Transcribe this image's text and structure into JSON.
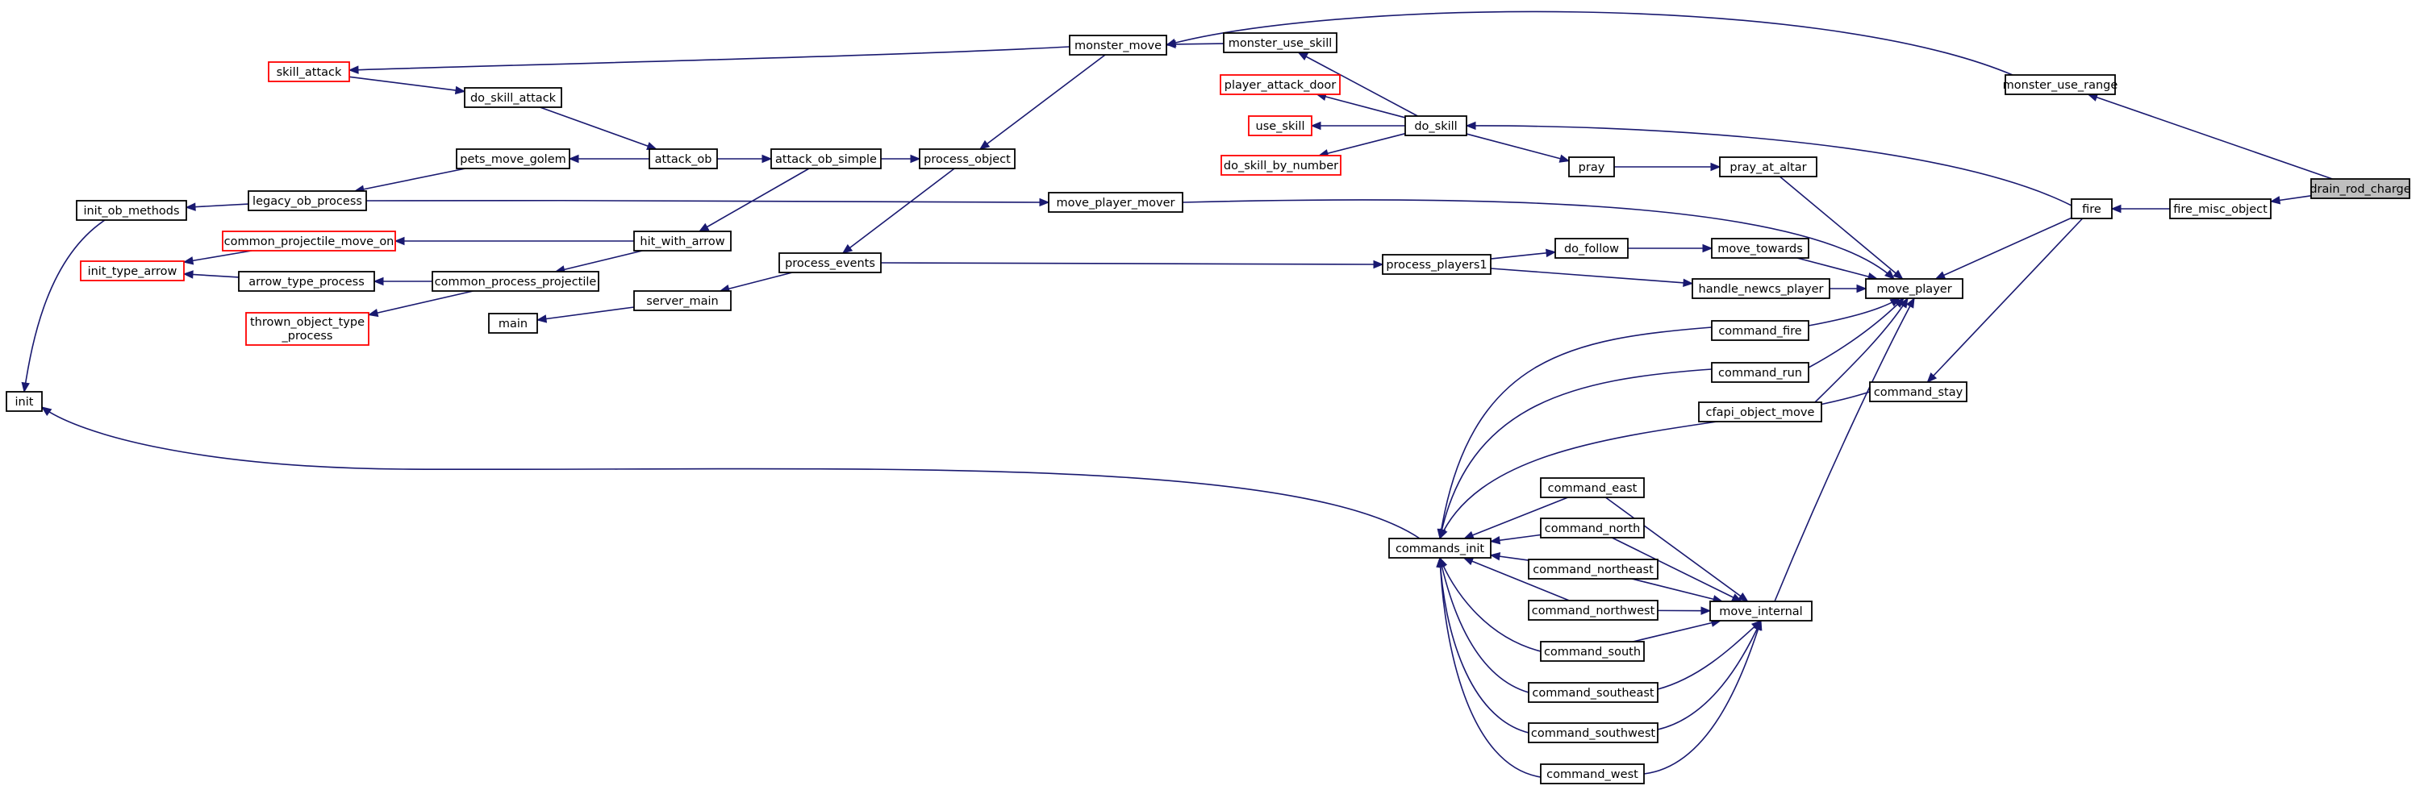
{
  "nodes": [
    {
      "id": "drain_rod_charge",
      "label": "drain_rod_charge",
      "style": "root"
    },
    {
      "id": "fire_misc_object",
      "label": "fire_misc_object"
    },
    {
      "id": "monster_use_range",
      "label": "monster_use_range"
    },
    {
      "id": "fire",
      "label": "fire"
    },
    {
      "id": "command_stay",
      "label": "command_stay"
    },
    {
      "id": "move_player",
      "label": "move_player"
    },
    {
      "id": "monster_move",
      "label": "monster_move"
    },
    {
      "id": "monster_use_skill",
      "label": "monster_use_skill"
    },
    {
      "id": "do_skill",
      "label": "do_skill"
    },
    {
      "id": "player_attack_door",
      "label": "player_attack_door",
      "style": "truncated"
    },
    {
      "id": "use_skill",
      "label": "use_skill",
      "style": "truncated"
    },
    {
      "id": "do_skill_by_number",
      "label": "do_skill_by_number",
      "style": "truncated"
    },
    {
      "id": "pray",
      "label": "pray"
    },
    {
      "id": "pray_at_altar",
      "label": "pray_at_altar"
    },
    {
      "id": "skill_attack",
      "label": "skill_attack",
      "style": "truncated"
    },
    {
      "id": "do_skill_attack",
      "label": "do_skill_attack"
    },
    {
      "id": "attack_ob",
      "label": "attack_ob"
    },
    {
      "id": "pets_move_golem",
      "label": "pets_move_golem"
    },
    {
      "id": "attack_ob_simple",
      "label": "attack_ob_simple"
    },
    {
      "id": "process_object",
      "label": "process_object"
    },
    {
      "id": "legacy_ob_process",
      "label": "legacy_ob_process"
    },
    {
      "id": "init_ob_methods",
      "label": "init_ob_methods"
    },
    {
      "id": "init",
      "label": "init"
    },
    {
      "id": "move_player_mover",
      "label": "move_player_mover"
    },
    {
      "id": "hit_with_arrow",
      "label": "hit_with_arrow"
    },
    {
      "id": "common_projectile_move_on",
      "label": "common_projectile_move_on",
      "style": "truncated"
    },
    {
      "id": "init_type_arrow",
      "label": "init_type_arrow",
      "style": "truncated"
    },
    {
      "id": "arrow_type_process",
      "label": "arrow_type_process"
    },
    {
      "id": "common_process_projectile",
      "label": "common_process_projectile"
    },
    {
      "id": "thrown_object_type_process",
      "label": "thrown_object_type",
      "label2": "_process",
      "style": "truncated"
    },
    {
      "id": "main",
      "label": "main"
    },
    {
      "id": "server_main",
      "label": "server_main"
    },
    {
      "id": "process_events",
      "label": "process_events"
    },
    {
      "id": "process_players1",
      "label": "process_players1"
    },
    {
      "id": "do_follow",
      "label": "do_follow"
    },
    {
      "id": "move_towards",
      "label": "move_towards"
    },
    {
      "id": "handle_newcs_player",
      "label": "handle_newcs_player"
    },
    {
      "id": "command_fire",
      "label": "command_fire"
    },
    {
      "id": "command_run",
      "label": "command_run"
    },
    {
      "id": "cfapi_object_move",
      "label": "cfapi_object_move"
    },
    {
      "id": "commands_init",
      "label": "commands_init"
    },
    {
      "id": "command_east",
      "label": "command_east"
    },
    {
      "id": "command_north",
      "label": "command_north"
    },
    {
      "id": "command_northeast",
      "label": "command_northeast"
    },
    {
      "id": "command_northwest",
      "label": "command_northwest"
    },
    {
      "id": "command_south",
      "label": "command_south"
    },
    {
      "id": "command_southeast",
      "label": "command_southeast"
    },
    {
      "id": "command_southwest",
      "label": "command_southwest"
    },
    {
      "id": "command_west",
      "label": "command_west"
    },
    {
      "id": "move_internal",
      "label": "move_internal"
    }
  ],
  "edges": [
    {
      "from": "drain_rod_charge",
      "to": "fire_misc_object"
    },
    {
      "from": "drain_rod_charge",
      "to": "monster_use_range"
    },
    {
      "from": "fire_misc_object",
      "to": "fire"
    },
    {
      "from": "monster_use_range",
      "to": "monster_move"
    },
    {
      "from": "fire",
      "to": "do_skill"
    },
    {
      "from": "fire",
      "to": "move_player"
    },
    {
      "from": "fire",
      "to": "command_stay"
    },
    {
      "from": "monster_move",
      "to": "skill_attack"
    },
    {
      "from": "monster_move",
      "to": "process_object"
    },
    {
      "from": "monster_use_skill",
      "to": "monster_move"
    },
    {
      "from": "do_skill",
      "to": "monster_use_skill"
    },
    {
      "from": "do_skill",
      "to": "player_attack_door"
    },
    {
      "from": "do_skill",
      "to": "use_skill"
    },
    {
      "from": "do_skill",
      "to": "do_skill_by_number"
    },
    {
      "from": "do_skill",
      "to": "pray"
    },
    {
      "from": "pray",
      "to": "pray_at_altar"
    },
    {
      "from": "pray_at_altar",
      "to": "move_player"
    },
    {
      "from": "skill_attack",
      "to": "do_skill_attack"
    },
    {
      "from": "do_skill_attack",
      "to": "attack_ob"
    },
    {
      "from": "attack_ob",
      "to": "pets_move_golem"
    },
    {
      "from": "attack_ob",
      "to": "attack_ob_simple"
    },
    {
      "from": "pets_move_golem",
      "to": "legacy_ob_process"
    },
    {
      "from": "attack_ob_simple",
      "to": "process_object"
    },
    {
      "from": "attack_ob_simple",
      "to": "hit_with_arrow"
    },
    {
      "from": "process_object",
      "to": "process_events"
    },
    {
      "from": "legacy_ob_process",
      "to": "init_ob_methods"
    },
    {
      "from": "legacy_ob_process",
      "to": "move_player_mover"
    },
    {
      "from": "init_ob_methods",
      "to": "init"
    },
    {
      "from": "move_player_mover",
      "to": "move_player"
    },
    {
      "from": "hit_with_arrow",
      "to": "common_projectile_move_on"
    },
    {
      "from": "hit_with_arrow",
      "to": "common_process_projectile"
    },
    {
      "from": "common_projectile_move_on",
      "to": "init_type_arrow"
    },
    {
      "from": "common_process_projectile",
      "to": "arrow_type_process"
    },
    {
      "from": "common_process_projectile",
      "to": "thrown_object_type_process"
    },
    {
      "from": "arrow_type_process",
      "to": "init_type_arrow"
    },
    {
      "from": "process_events",
      "to": "server_main"
    },
    {
      "from": "process_events",
      "to": "process_players1"
    },
    {
      "from": "server_main",
      "to": "main"
    },
    {
      "from": "process_players1",
      "to": "do_follow"
    },
    {
      "from": "process_players1",
      "to": "handle_newcs_player"
    },
    {
      "from": "do_follow",
      "to": "move_towards"
    },
    {
      "from": "move_towards",
      "to": "move_player"
    },
    {
      "from": "handle_newcs_player",
      "to": "move_player"
    },
    {
      "from": "command_fire",
      "to": "move_player"
    },
    {
      "from": "command_run",
      "to": "move_player"
    },
    {
      "from": "cfapi_object_move",
      "to": "move_player"
    },
    {
      "from": "move_internal",
      "to": "move_player"
    },
    {
      "from": "command_fire",
      "to": "commands_init"
    },
    {
      "from": "command_run",
      "to": "commands_init"
    },
    {
      "from": "command_stay",
      "to": "commands_init"
    },
    {
      "from": "commands_init",
      "to": "init"
    },
    {
      "from": "command_east",
      "to": "commands_init"
    },
    {
      "from": "command_north",
      "to": "commands_init"
    },
    {
      "from": "command_northeast",
      "to": "commands_init"
    },
    {
      "from": "command_northwest",
      "to": "commands_init"
    },
    {
      "from": "command_south",
      "to": "commands_init"
    },
    {
      "from": "command_southeast",
      "to": "commands_init"
    },
    {
      "from": "command_southwest",
      "to": "commands_init"
    },
    {
      "from": "command_west",
      "to": "commands_init"
    },
    {
      "from": "command_east",
      "to": "move_internal"
    },
    {
      "from": "command_north",
      "to": "move_internal"
    },
    {
      "from": "command_northeast",
      "to": "move_internal"
    },
    {
      "from": "command_northwest",
      "to": "move_internal"
    },
    {
      "from": "command_south",
      "to": "move_internal"
    },
    {
      "from": "command_southeast",
      "to": "move_internal"
    },
    {
      "from": "command_southwest",
      "to": "move_internal"
    },
    {
      "from": "command_west",
      "to": "move_internal"
    }
  ]
}
